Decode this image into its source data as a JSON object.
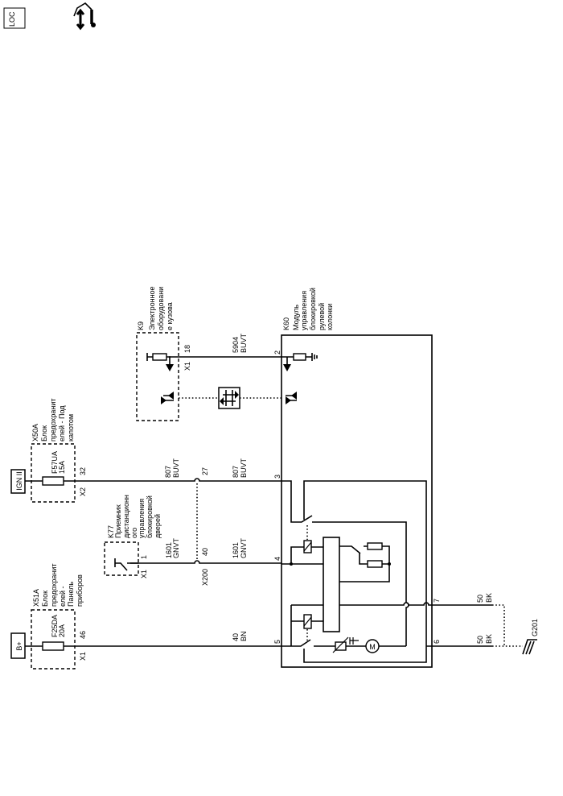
{
  "toolbar": {
    "loc_icon_text": "LOC",
    "icons": [
      "location-icon",
      "lift-service-icon"
    ]
  },
  "diagram": {
    "ign": "IGN II",
    "bplus": "B+",
    "x50a": [
      "X50A",
      "Блок",
      "предохранит",
      "елей - Под",
      "капотом"
    ],
    "f57ua": [
      "F57UA",
      "15A"
    ],
    "x50a_pin": "32",
    "x50a_conn": "X2",
    "w807a": [
      "807",
      "BUVT"
    ],
    "w807b": [
      "807",
      "BUVT"
    ],
    "x200_pin27": "27",
    "k9": [
      "K9",
      "Электронное",
      "оборудовани",
      "е кузова"
    ],
    "k9_pin": "18",
    "k9_conn": "X1",
    "w5904": [
      "5904",
      "BUVT"
    ],
    "k60": [
      "K60",
      "Модуль",
      "управления",
      "блокировкой",
      "рулевой",
      "колонки"
    ],
    "k60_pins": {
      "p2": "2",
      "p3": "3",
      "p4": "4",
      "p5": "5",
      "p7": "7",
      "p6": "6"
    },
    "w50a": [
      "50",
      "BK"
    ],
    "w50b": [
      "50",
      "BK"
    ],
    "g201": "G201",
    "k77": [
      "K77",
      "Приемник",
      "дистанционн",
      "ого",
      "управления",
      "блокировкой",
      "дверей"
    ],
    "k77_pin": "1",
    "k77_conn": "X1",
    "w1601a": [
      "1601",
      "GNVT"
    ],
    "w1601b": [
      "1601",
      "GNVT"
    ],
    "x200_pin40": "40",
    "x200": "X200",
    "x51a": [
      "X51A",
      "Блок",
      "предохранит",
      "елей -",
      "Панель",
      "приборов"
    ],
    "f25da": [
      "F25DA",
      "20A"
    ],
    "x51a_pin": "46",
    "x51a_conn": "X1",
    "w40": [
      "40",
      "BN"
    ]
  }
}
